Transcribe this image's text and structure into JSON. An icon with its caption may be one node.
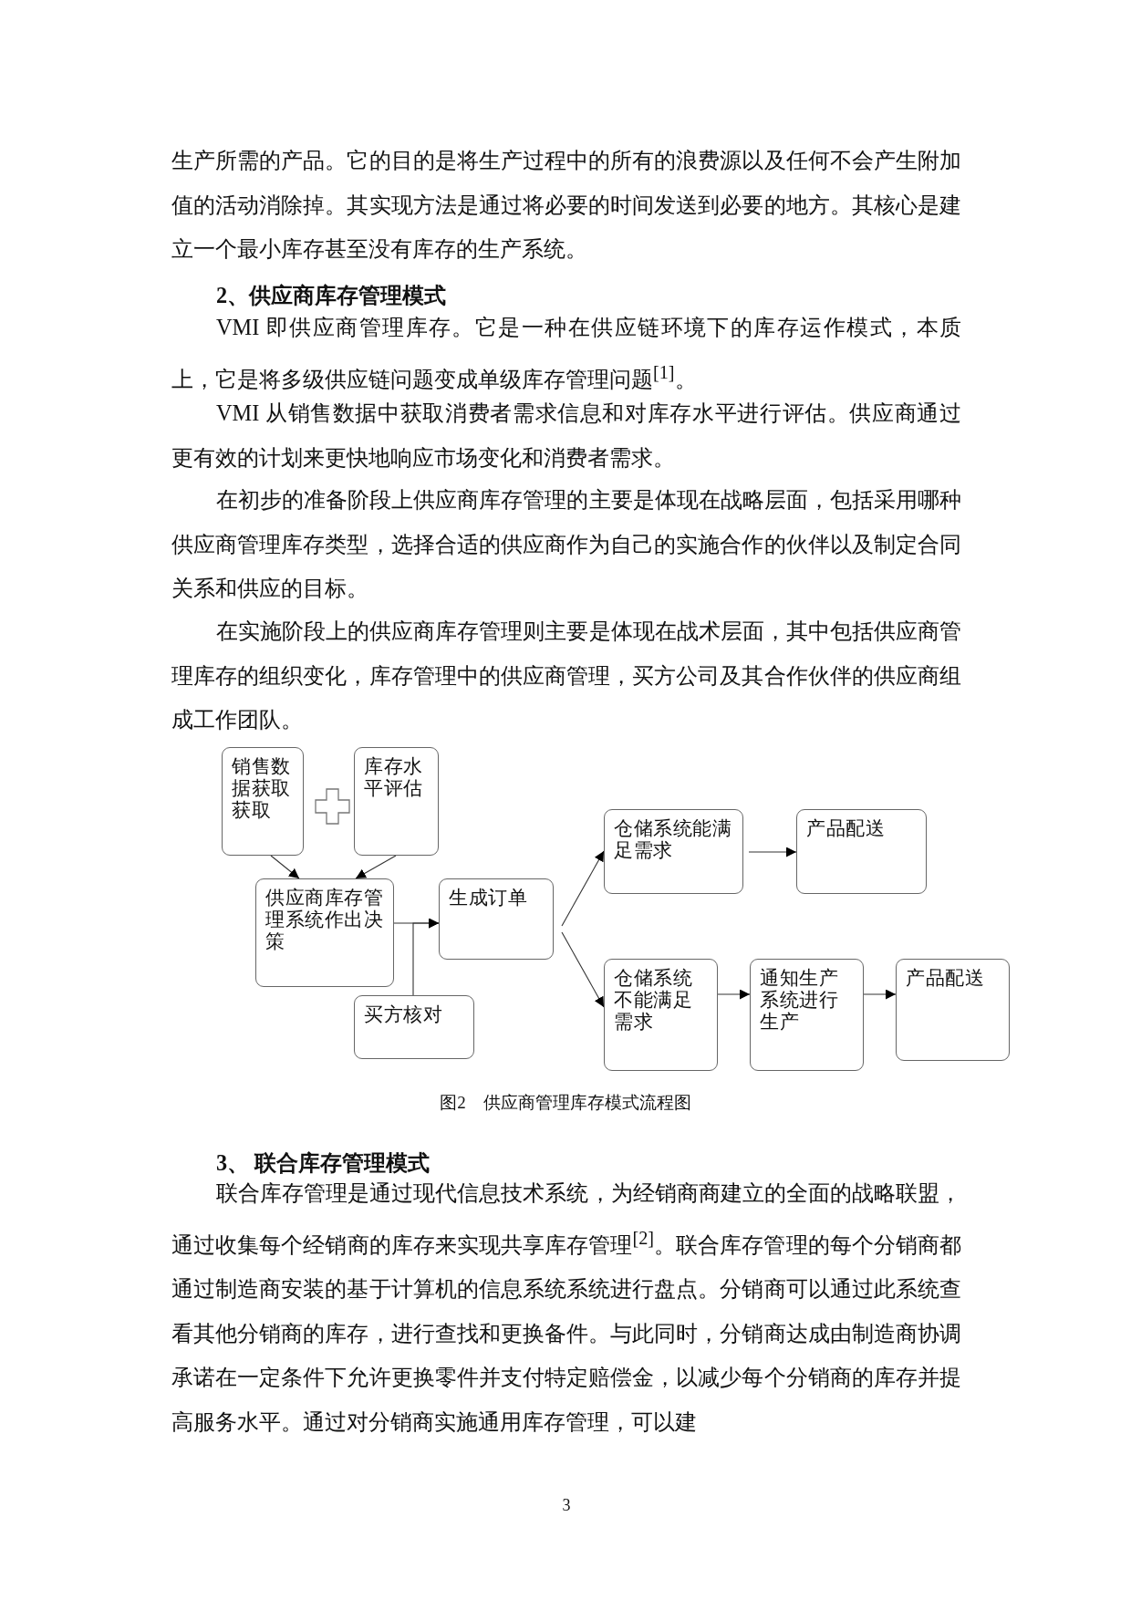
{
  "diagram": {
    "caption": "图2　供应商管理库存模式流程图",
    "nodes": [
      {
        "text": [
          "销售数据获取获取"
        ]
      },
      {
        "text": [
          "库存水平评估"
        ]
      },
      {
        "text": [
          "供应商库存管理系统作出决策"
        ]
      },
      {
        "text": [
          "生成订单"
        ]
      },
      {
        "text": [
          "买方核对"
        ]
      },
      {
        "text": [
          "仓储系统能满足需求"
        ]
      },
      {
        "text": [
          "产品配送"
        ]
      },
      {
        "text": [
          "仓储系统不能满足需求"
        ]
      },
      {
        "text": [
          "通知生产系统进行生产"
        ]
      },
      {
        "text": [
          "产品配送"
        ]
      }
    ],
    "edges": [
      {
        "from": 0,
        "to": 2,
        "arrow": "to"
      },
      {
        "from": 1,
        "to": 2,
        "arrow": "to"
      },
      {
        "from": 2,
        "to": 3,
        "arrow": "to"
      },
      {
        "from": 4,
        "to": 3,
        "arrow": "to"
      },
      {
        "from": 3,
        "to": 5,
        "arrow": "to"
      },
      {
        "from": 3,
        "to": 7,
        "arrow": "to"
      },
      {
        "from": 5,
        "to": 6,
        "arrow": "to"
      },
      {
        "from": 7,
        "to": 8,
        "arrow": "to"
      },
      {
        "from": 8,
        "to": 9,
        "arrow": "to"
      }
    ],
    "labels": [
      "生产所需的产品。它的目的是将生产过程中的所有的浪费源以及任何不会产生附加值的活动消除掉。其实现方法是通过将必要的时间发送到必要的地方。其核心是建立一个最小库存甚至没有库存的生产系统。",
      "2、供应商库存管理模式",
      "VMI 即供应商管理库存。它是一种在供应链环境下的库存运作模式，本质上，它是将多级供应链问题变成单级库存管理问题$^{[1]}$。",
      "VMI 从销售数据中获取消费者需求信息和对库存水平进行评估。供应商通过更有效的计划来更快地响应市场变化和消费者需求。",
      "在初步的准备阶段上供应商库存管理的主要是体现在战略层面，包括采用哪种供应商管理库存类型，选择合适的供应商作为自己的实施合作的伙伴以及制定合同关系和供应的目标。",
      "在实施阶段上的供应商库存管理则主要是体现在战术层面，其中包括供应商管理库存的组织变化，库存管理中的供应商管理，买方公司及其合作伙伴的供应商组成工作团队。",
      "3、 联合库存管理模式",
      "联合库存管理是通过现代信息技术系统，为经销商商建立的全面的战略联盟，通过收集每个经销商的库存来实现共享库存管理$^{[2]}$。联合库存管理的每个分销商都通过制造商安装的基于计算机的信息系统系统进行盘点。分销商可以通过此系统查看其他分销商的库存，进行查找和更换备件。与此同时，分销商达成由制造商协调承诺在一定条件下允许更换零件并支付特定赔偿金，以减少每个分销商的库存并提高服务水平。通过对分销商实施通用库存管理，可以建",
      "3"
    ]
  }
}
